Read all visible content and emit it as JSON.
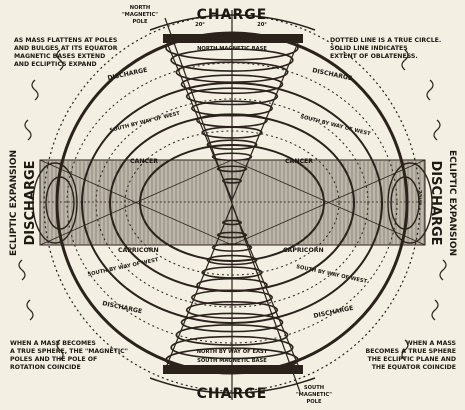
{
  "labels": {
    "charge_top": "CHARGE",
    "charge_bottom": "CHARGE",
    "north_magnetic_pole": [
      "NORTH",
      "\"MAGNETIC\"",
      "POLE"
    ],
    "south_magnetic_pole": [
      "SOUTH",
      "\"MAGNETIC\"",
      "POLE"
    ],
    "north_magnetic_base": "NORTH MAGNETIC BASE",
    "south_magnetic_base": "SOUTH MAGNETIC BASE",
    "angle_marks": [
      "20°",
      "20°"
    ],
    "left_note": [
      "AS MASS FLATTENS AT POLES",
      "AND BULGES AT ITS EQUATOR",
      "MAGNETIC BASES EXTEND",
      "AND ECLIPTICS EXPAND"
    ],
    "right_note": [
      "DOTTED LINE IS A TRUE CIRCLE.",
      "SOLID LINE INDICATES",
      "EXTENT OF OBLATENESS."
    ],
    "discharge_small": [
      "DISCHARGE",
      "DISCHARGE",
      "DISCHARGE",
      "DISCHARGE"
    ],
    "south_by_way_of_west": [
      "SOUTH BY WAY OF WEST",
      "SOUTH BY WAY OF WEST",
      "SOUTH BY WAY OF WEST",
      "SOUTH BY WAY OF WEST"
    ],
    "north_by_way_of_east": "NORTH BY WAY OF EAST",
    "cancer": [
      "CANCER",
      "CANCER"
    ],
    "capricorn": [
      "CAPRICORN",
      "CAPRICORN"
    ],
    "ecliptic_expansion_left": "ECLIPTIC EXPANSION",
    "ecliptic_expansion_right": "ECLIPTIC EXPANSION",
    "discharge_left": "DISCHARGE",
    "discharge_right": "DISCHARGE",
    "ecliptic_degrees": "23½°",
    "bottom_left_note": [
      "WHEN A MASS BECOMES",
      "A TRUE SPHERE, THE \"MAGNETIC\"",
      "POLES AND THE POLE OF",
      "ROTATION COINCIDE"
    ],
    "bottom_right_note": [
      "WHEN A MASS",
      "BECOMES A TRUE SPHERE",
      "THE ECLIPTIC PLANE AND",
      "THE EQUATOR COINCIDE"
    ]
  },
  "colors": {
    "ink": "#2a221b",
    "paper": "#f3efe3",
    "band": "#bdb6aa"
  }
}
